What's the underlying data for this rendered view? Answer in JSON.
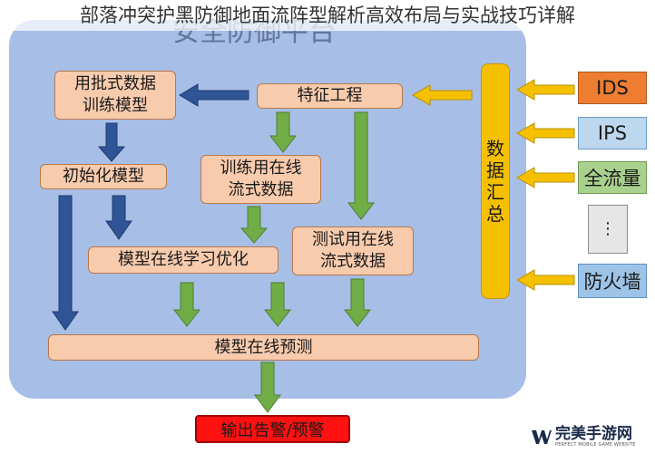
{
  "headline": "部落冲突护黑防御地面流阵型解析高效布局与实战技巧详解",
  "panel_title": "安全防御平台",
  "boxes": {
    "batch_training": [
      "用批式数据",
      "训练模型"
    ],
    "feature_engineering": "特征工程",
    "init_model": "初始化模型",
    "train_stream": [
      "训练用在线",
      "流式数据"
    ],
    "online_learning": "模型在线学习优化",
    "test_stream": [
      "测试用在线",
      "流式数据"
    ],
    "online_prediction": "模型在线预测"
  },
  "collector": [
    "数",
    "据",
    "汇",
    "总"
  ],
  "sources": {
    "ids": "IDS",
    "ips": "IPS",
    "full_traffic": "全流量",
    "more": "⋮",
    "firewall": "防火墙"
  },
  "output": "输出告警/预警",
  "watermark": {
    "name": "完美手游网",
    "tagline": "PERFECT MOBILE GAME WEBSITE"
  },
  "colors": {
    "panel": "#a7bee6",
    "process_box": "#f8cbad",
    "collector": "#f5c000",
    "arrow_blue": "#2f5597",
    "arrow_green": "#70ad47",
    "arrow_yellow": "#f5c000",
    "alert": "#ff1111"
  }
}
